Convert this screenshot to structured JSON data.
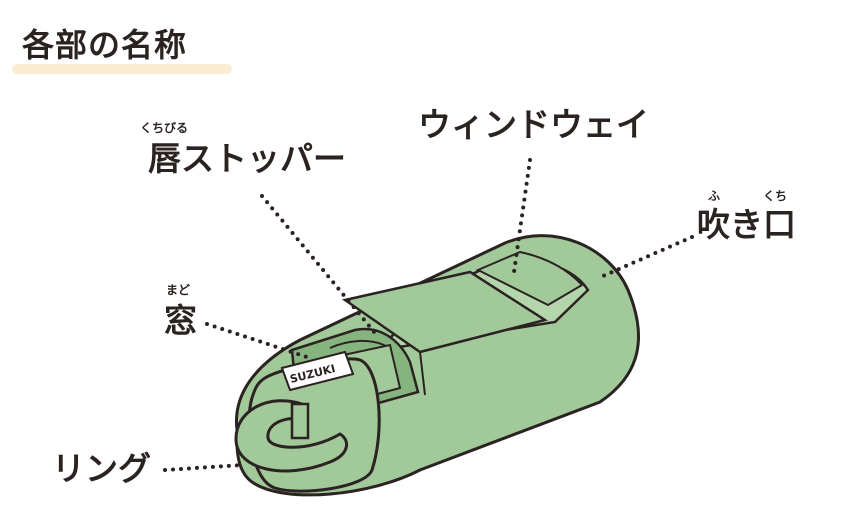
{
  "title": "各部の名称",
  "parts": {
    "lip_stopper": {
      "label": "唇ストッパー",
      "reading": "くちびる"
    },
    "windway": {
      "label": "ウィンドウェイ"
    },
    "mouthpiece": {
      "label": "吹き口",
      "reading_1": "ふ",
      "reading_2": "くち"
    },
    "window": {
      "label": "窓",
      "reading": "まど"
    },
    "ring": {
      "label": "リング"
    }
  },
  "brand": "SUZUKI",
  "colors": {
    "body_fill": "#a1c99a",
    "body_dark": "#86b47f",
    "outline": "#2b2321",
    "title_highlight": "#f9ecd2"
  }
}
